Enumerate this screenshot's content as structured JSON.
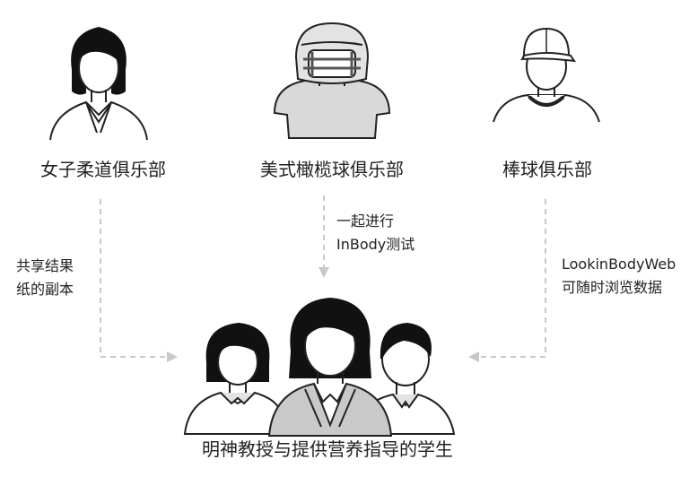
{
  "clubs": {
    "judo": {
      "label": "女子柔道俱乐部",
      "icon": "female-judoka-icon"
    },
    "football": {
      "label": "美式橄榄球俱乐部",
      "icon": "football-player-icon"
    },
    "baseball": {
      "label": "棒球俱乐部",
      "icon": "baseball-player-icon"
    }
  },
  "flows": {
    "left": {
      "line1": "共享结果",
      "line2": "纸的副本"
    },
    "center": {
      "line1": "一起进行",
      "line2": "InBody测试"
    },
    "right": {
      "line1": "LookinBodyWeb",
      "line2": "可随时浏览数据"
    }
  },
  "target": {
    "label": "明神教授与提供营养指导的学生",
    "icon": "teacher-and-students-icon"
  },
  "colors": {
    "line": "#222222",
    "fill_light": "#e3e3e3",
    "fill_mid": "#c9c9c9",
    "hair": "#111111",
    "arrow": "#c8c8c8",
    "text": "#222222"
  }
}
